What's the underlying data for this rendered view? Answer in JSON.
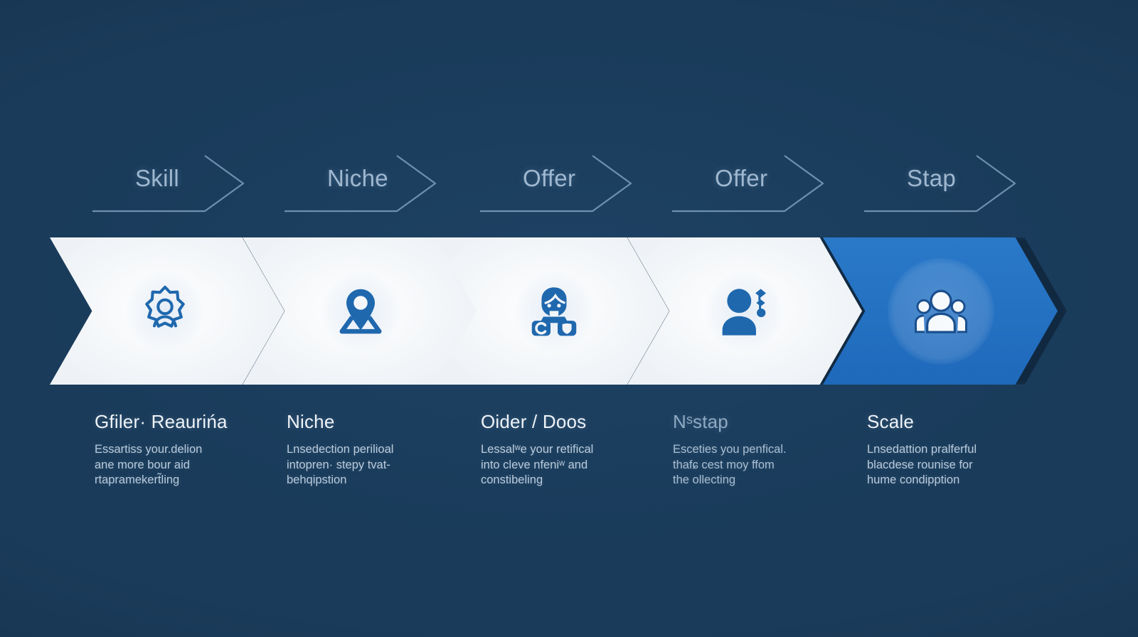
{
  "theme": {
    "background": "#1a3b5a",
    "card_light": "#f3f6f9",
    "accent": "#2370bf",
    "icon_blue": "#1f68ae",
    "label_muted": "#9fb8d0",
    "caption_title": "#eef3f8",
    "caption_body": "#b9cbdc"
  },
  "diagram": {
    "type": "chevron-process-flow",
    "stage_count": 5,
    "top_labels": [
      {
        "text": "Skill",
        "icon": "chevron-right-outline"
      },
      {
        "text": "Niche",
        "icon": "chevron-right-outline"
      },
      {
        "text": "Offer",
        "icon": "chevron-right-outline"
      },
      {
        "text": "Offer",
        "icon": "chevron-right-outline"
      },
      {
        "text": "Stap",
        "icon": "chevron-right-outline"
      }
    ],
    "stages": [
      {
        "index": 1,
        "icon": "person-badge-icon",
        "highlighted": false,
        "caption_title": "Gfiler· Reaurińa",
        "caption_lines": [
          "Essartiss your.delion",
          "ane more bour aid",
          "rtapramekert̃ling"
        ]
      },
      {
        "index": 2,
        "icon": "map-pin-icon",
        "highlighted": false,
        "caption_title": "Niche",
        "caption_lines": [
          "Lnsedection perilioal",
          "intopren· stepy tvat-",
          "behqipstion"
        ]
      },
      {
        "index": 3,
        "icon": "support-agent-boxes-icon",
        "highlighted": false,
        "caption_title": "Oider / Doos",
        "caption_lines": [
          "Lessalʷe your retifical",
          "into cleve nfeniʷ and",
          "constibeling"
        ]
      },
      {
        "index": 4,
        "icon": "person-settings-icon",
        "highlighted": false,
        "faded": true,
        "caption_title": "Nˢstap",
        "caption_lines": [
          "Esceties you penfical.",
          "thafɕ cest moy ffom",
          "the ollecting"
        ]
      },
      {
        "index": 5,
        "icon": "people-group-icon",
        "highlighted": true,
        "caption_title": "Scale",
        "caption_lines": [
          "Lnsedattion pralferful",
          "blacdese rounise for",
          "hume condipption"
        ]
      }
    ]
  }
}
